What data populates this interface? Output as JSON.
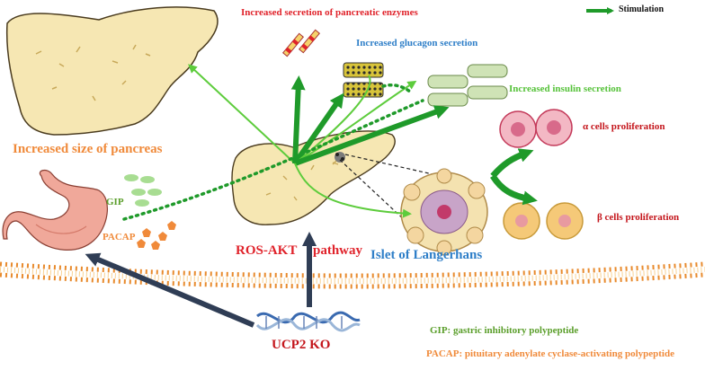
{
  "legend": {
    "stimulation_label": "Stimulation"
  },
  "labels": {
    "pancreatic_enzymes": "Increased secretion of pancreatic enzymes",
    "glucagon": "Increased glucagon secretion",
    "insulin": "Increased insulin secretion",
    "alpha_cells": "α cells proliferation",
    "beta_cells": "β cells proliferation",
    "pancreas_size": "Increased size of pancreas",
    "gip": "GIP",
    "pacap": "PACAP",
    "ros_akt": "ROS-AKT",
    "pathway": "pathway",
    "islet": "Islet of Langerhans",
    "ucp2": "UCP2 KO"
  },
  "footnotes": {
    "gip_def": "GIP: gastric inhibitory polypeptide",
    "pacap_def": "PACAP: pituitary adenylate cyclase-activating polypeptide"
  },
  "colors": {
    "stimulation_green": "#1f9a2a",
    "light_green": "#5dcc3c",
    "navy_arrow": "#2f3d55",
    "red_text": "#e0232b",
    "blue_text": "#2f7fc8",
    "orange_text": "#f08a3a"
  },
  "icons": {
    "pancreas": "pancreas-illustration",
    "stomach": "stomach-illustration",
    "dna": "dna-helix-icon",
    "membrane": "lipid-bilayer-membrane",
    "islet": "islet-of-langerhans-illustration"
  }
}
